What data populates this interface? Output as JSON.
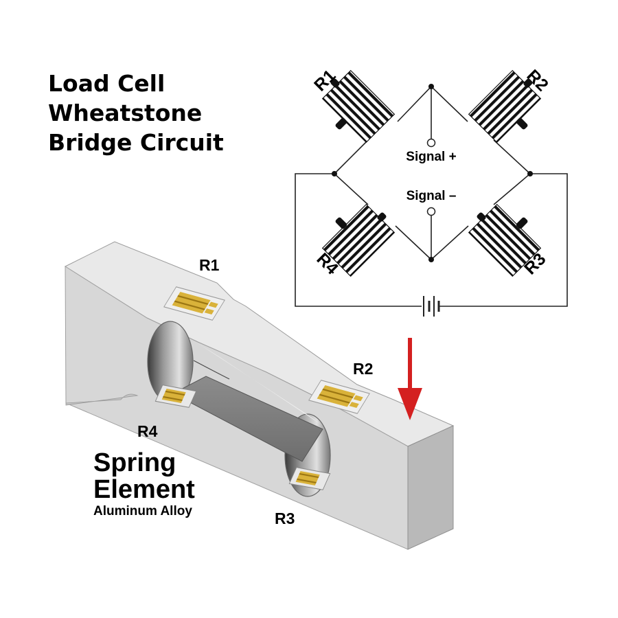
{
  "title": {
    "line1": "Load Cell",
    "line2": "Wheatstone",
    "line3": "Bridge Circuit"
  },
  "circuit": {
    "resistors": [
      "R1",
      "R2",
      "R3",
      "R4"
    ],
    "signal_plus": "Signal +",
    "signal_minus": "Signal –"
  },
  "spring_element": {
    "labels": {
      "r1": "R1",
      "r2": "R2",
      "r3": "R3",
      "r4": "R4"
    },
    "title_line1": "Spring",
    "title_line2": "Element",
    "material": "Aluminum Alloy"
  },
  "colors": {
    "block_light": "#e6e6e6",
    "block_mid": "#d6d6d6",
    "block_dark": "#b4b4b4",
    "gauge": "#d9b23a",
    "arrow": "#d42020",
    "line": "#222222"
  },
  "icons": {
    "force": "down-arrow-icon",
    "battery": "battery-icon"
  }
}
